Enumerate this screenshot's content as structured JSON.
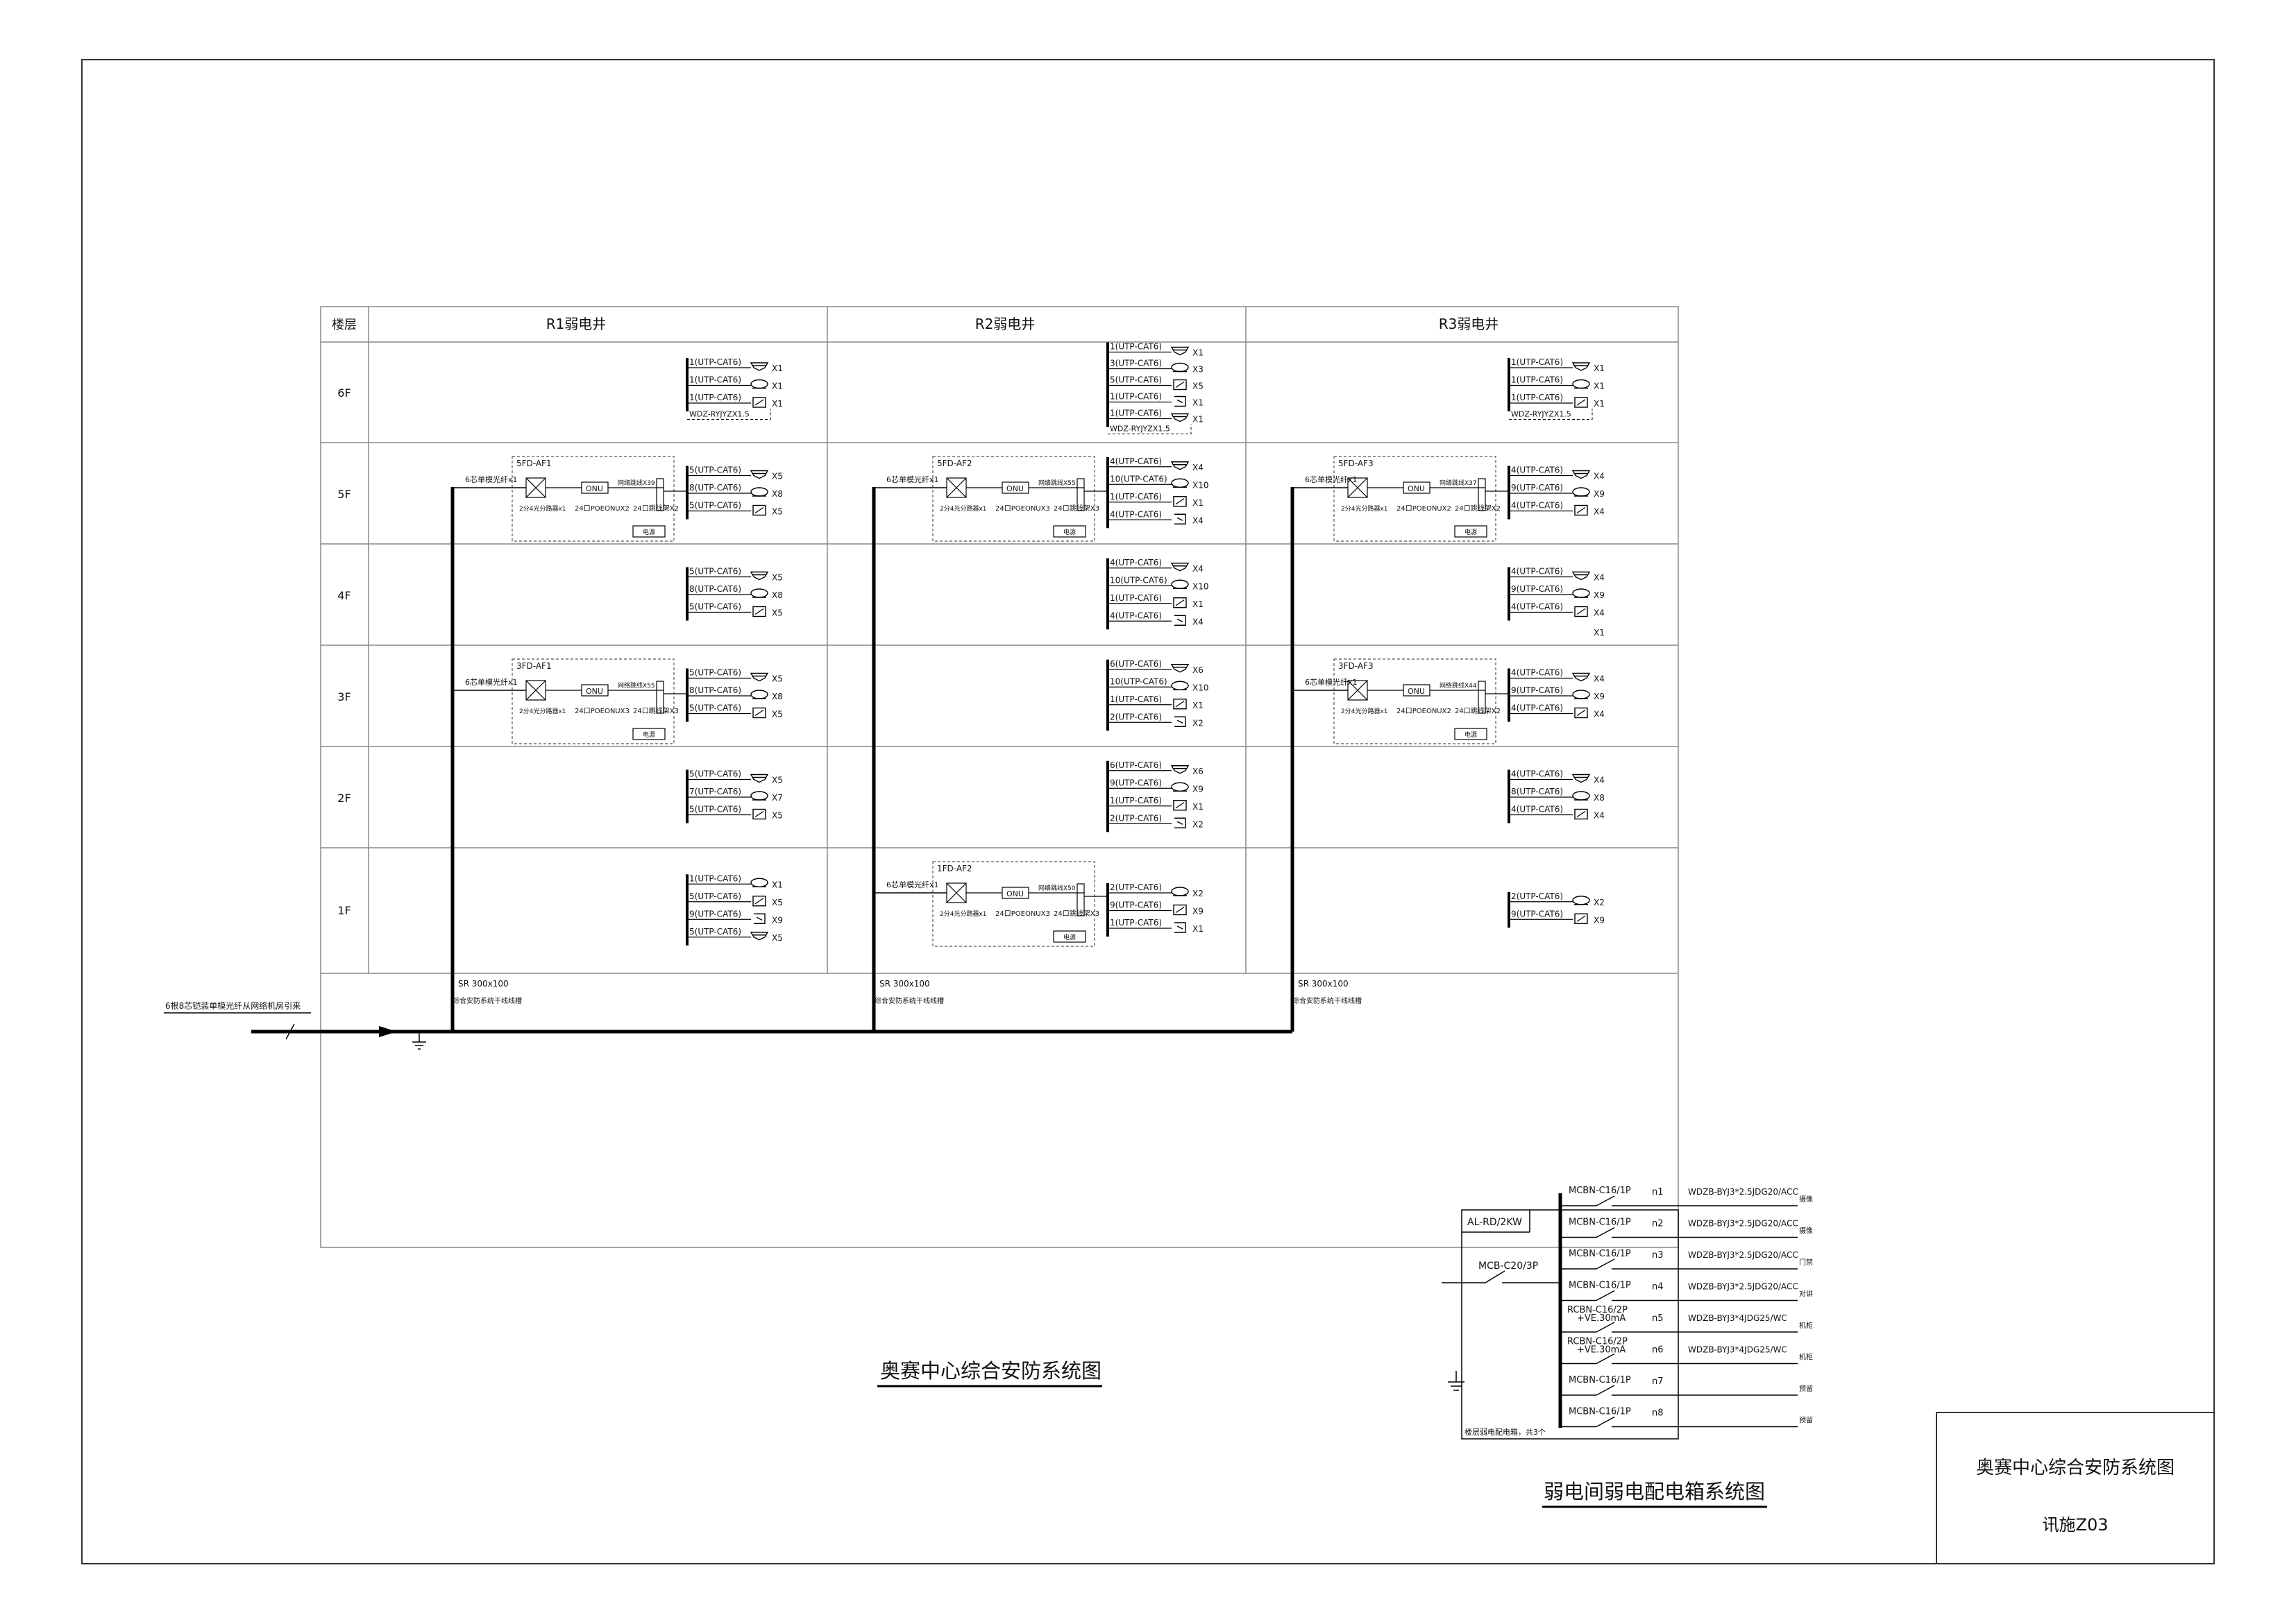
{
  "header": {
    "floor": "楼层",
    "shafts": [
      "R1弱电井",
      "R2弱电井",
      "R3弱电井"
    ]
  },
  "floors": [
    "6F",
    "5F",
    "4F",
    "3F",
    "2F",
    "1F"
  ],
  "boxes": [
    {
      "shaft": 0,
      "floor": 1,
      "name": "5FD-AF1",
      "fiber": "6芯单模光纤x1",
      "splitter": "2分4光分路器x1",
      "onu": "ONU",
      "onu_ports": "24口POEONUX2",
      "net": "网络跳线X39",
      "switch": "24口跳线架X2",
      "power": "电源"
    },
    {
      "shaft": 0,
      "floor": 3,
      "name": "3FD-AF1",
      "fiber": "6芯单模光纤x1",
      "splitter": "2分4光分路器x1",
      "onu": "ONU",
      "onu_ports": "24口POEONUX3",
      "net": "网络跳线X55",
      "switch": "24口跳线架X3",
      "power": "电源"
    },
    {
      "shaft": 1,
      "floor": 1,
      "name": "5FD-AF2",
      "fiber": "6芯单模光纤x1",
      "splitter": "2分4光分路器x1",
      "onu": "ONU",
      "onu_ports": "24口POEONUX3",
      "net": "网络跳线X55",
      "switch": "24口跳线架X3",
      "power": "电源"
    },
    {
      "shaft": 1,
      "floor": 5,
      "name": "1FD-AF2",
      "fiber": "6芯单模光纤x1",
      "splitter": "2分4光分路器x1",
      "onu": "ONU",
      "onu_ports": "24口POEONUX3",
      "net": "网络跳线X50",
      "switch": "24口跳线架X3",
      "power": "电源"
    },
    {
      "shaft": 2,
      "floor": 1,
      "name": "5FD-AF3",
      "fiber": "6芯单模光纤x1",
      "splitter": "2分4光分路器x1",
      "onu": "ONU",
      "onu_ports": "24口POEONUX2",
      "net": "网络跳线X37",
      "switch": "24口跳线架X2",
      "power": "电源"
    },
    {
      "shaft": 2,
      "floor": 3,
      "name": "3FD-AF3",
      "fiber": "6芯单模光纤x1",
      "splitter": "2分4光分路器x1",
      "onu": "ONU",
      "onu_ports": "24口POEONUX2",
      "net": "网络跳线X44",
      "switch": "24口跳线架X2",
      "power": "电源"
    }
  ],
  "cable_groups": [
    {
      "shaft": 0,
      "floor": 0,
      "rows": [
        [
          "1(UTP-CAT6)",
          "X1"
        ],
        [
          "1(UTP-CAT6)",
          "X1"
        ],
        [
          "1(UTP-CAT6)",
          "X1"
        ]
      ],
      "extra": "WDZ-RYJYZX1.5"
    },
    {
      "shaft": 0,
      "floor": 1,
      "rows": [
        [
          "5(UTP-CAT6)",
          "X5"
        ],
        [
          "8(UTP-CAT6)",
          "X8"
        ],
        [
          "5(UTP-CAT6)",
          "X5"
        ]
      ]
    },
    {
      "shaft": 0,
      "floor": 2,
      "rows": [
        [
          "5(UTP-CAT6)",
          "X5"
        ],
        [
          "8(UTP-CAT6)",
          "X8"
        ],
        [
          "5(UTP-CAT6)",
          "X5"
        ]
      ]
    },
    {
      "shaft": 0,
      "floor": 3,
      "rows": [
        [
          "5(UTP-CAT6)",
          "X5"
        ],
        [
          "8(UTP-CAT6)",
          "X8"
        ],
        [
          "5(UTP-CAT6)",
          "X5"
        ]
      ]
    },
    {
      "shaft": 0,
      "floor": 4,
      "rows": [
        [
          "5(UTP-CAT6)",
          "X5"
        ],
        [
          "7(UTP-CAT6)",
          "X7"
        ],
        [
          "5(UTP-CAT6)",
          "X5"
        ]
      ]
    },
    {
      "shaft": 0,
      "floor": 5,
      "rows": [
        [
          "1(UTP-CAT6)",
          "X1"
        ],
        [
          "5(UTP-CAT6)",
          "X5"
        ],
        [
          "9(UTP-CAT6)",
          "X9"
        ],
        [
          "5(UTP-CAT6)",
          "X5"
        ]
      ]
    },
    {
      "shaft": 1,
      "floor": 0,
      "rows": [
        [
          "1(UTP-CAT6)",
          "X1"
        ],
        [
          "3(UTP-CAT6)",
          "X3"
        ],
        [
          "5(UTP-CAT6)",
          "X5"
        ],
        [
          "1(UTP-CAT6)",
          "X1"
        ],
        [
          "1(UTP-CAT6)",
          "X1"
        ]
      ],
      "extra": "WDZ-RYJYZX1.5"
    },
    {
      "shaft": 1,
      "floor": 1,
      "rows": [
        [
          "4(UTP-CAT6)",
          "X4"
        ],
        [
          "10(UTP-CAT6)",
          "X10"
        ],
        [
          "1(UTP-CAT6)",
          "X1"
        ],
        [
          "4(UTP-CAT6)",
          "X4"
        ]
      ]
    },
    {
      "shaft": 1,
      "floor": 2,
      "rows": [
        [
          "4(UTP-CAT6)",
          "X4"
        ],
        [
          "10(UTP-CAT6)",
          "X10"
        ],
        [
          "1(UTP-CAT6)",
          "X1"
        ],
        [
          "4(UTP-CAT6)",
          "X4"
        ]
      ]
    },
    {
      "shaft": 1,
      "floor": 3,
      "rows": [
        [
          "6(UTP-CAT6)",
          "X6"
        ],
        [
          "10(UTP-CAT6)",
          "X10"
        ],
        [
          "1(UTP-CAT6)",
          "X1"
        ],
        [
          "2(UTP-CAT6)",
          "X2"
        ]
      ]
    },
    {
      "shaft": 1,
      "floor": 4,
      "rows": [
        [
          "6(UTP-CAT6)",
          "X6"
        ],
        [
          "9(UTP-CAT6)",
          "X9"
        ],
        [
          "1(UTP-CAT6)",
          "X1"
        ],
        [
          "2(UTP-CAT6)",
          "X2"
        ]
      ]
    },
    {
      "shaft": 1,
      "floor": 5,
      "rows": [
        [
          "2(UTP-CAT6)",
          "X2"
        ],
        [
          "9(UTP-CAT6)",
          "X9"
        ],
        [
          "1(UTP-CAT6)",
          "X1"
        ]
      ]
    },
    {
      "shaft": 2,
      "floor": 0,
      "rows": [
        [
          "1(UTP-CAT6)",
          "X1"
        ],
        [
          "1(UTP-CAT6)",
          "X1"
        ],
        [
          "1(UTP-CAT6)",
          "X1"
        ]
      ],
      "extra": "WDZ-RYJYZX1.5"
    },
    {
      "shaft": 2,
      "floor": 1,
      "rows": [
        [
          "4(UTP-CAT6)",
          "X4"
        ],
        [
          "9(UTP-CAT6)",
          "X9"
        ],
        [
          "4(UTP-CAT6)",
          "X4"
        ]
      ]
    },
    {
      "shaft": 2,
      "floor": 2,
      "rows": [
        [
          "4(UTP-CAT6)",
          "X4"
        ],
        [
          "9(UTP-CAT6)",
          "X9"
        ],
        [
          "4(UTP-CAT6)",
          "X4"
        ]
      ],
      "tail": "X1"
    },
    {
      "shaft": 2,
      "floor": 3,
      "rows": [
        [
          "4(UTP-CAT6)",
          "X4"
        ],
        [
          "9(UTP-CAT6)",
          "X9"
        ],
        [
          "4(UTP-CAT6)",
          "X4"
        ]
      ]
    },
    {
      "shaft": 2,
      "floor": 4,
      "rows": [
        [
          "4(UTP-CAT6)",
          "X4"
        ],
        [
          "8(UTP-CAT6)",
          "X8"
        ],
        [
          "4(UTP-CAT6)",
          "X4"
        ]
      ]
    },
    {
      "shaft": 2,
      "floor": 5,
      "rows": [
        [
          "2(UTP-CAT6)",
          "X2"
        ],
        [
          "9(UTP-CAT6)",
          "X9"
        ]
      ]
    }
  ],
  "trunks": [
    {
      "shaft": 0,
      "size": "SR 300x100",
      "desc": "综合安防系统干线线槽"
    },
    {
      "shaft": 1,
      "size": "SR 300x100",
      "desc": "综合安防系统干线线槽"
    },
    {
      "shaft": 2,
      "size": "SR 300x100",
      "desc": "综合安防系统干线线槽"
    }
  ],
  "incoming": "6根8芯铠装单模光纤从网络机房引来",
  "main_title": "奥赛中心综合安防系统图",
  "panel": {
    "name": "AL-RD/2KW",
    "main_breaker": "MCB-C20/3P",
    "footer": "楼层弱电配电箱，共3个",
    "circuits": [
      {
        "breaker": "MCBN-C16/1P",
        "id": "n1",
        "cable": "WDZB-BYJ3*2.5JDG20/ACC",
        "load": "摄像"
      },
      {
        "breaker": "MCBN-C16/1P",
        "id": "n2",
        "cable": "WDZB-BYJ3*2.5JDG20/ACC",
        "load": "摄像"
      },
      {
        "breaker": "MCBN-C16/1P",
        "id": "n3",
        "cable": "WDZB-BYJ3*2.5JDG20/ACC",
        "load": "门禁"
      },
      {
        "breaker": "MCBN-C16/1P",
        "id": "n4",
        "cable": "WDZB-BYJ3*2.5JDG20/ACC",
        "load": "对讲"
      },
      {
        "breaker": "RCBN-C16/2P",
        "breaker2": "+VE.30mA",
        "id": "n5",
        "cable": "WDZB-BYJ3*4JDG25/WC",
        "load": "机柜"
      },
      {
        "breaker": "RCBN-C16/2P",
        "breaker2": "+VE.30mA",
        "id": "n6",
        "cable": "WDZB-BYJ3*4JDG25/WC",
        "load": "机柜"
      },
      {
        "breaker": "MCBN-C16/1P",
        "id": "n7",
        "cable": "",
        "load": "预留"
      },
      {
        "breaker": "MCBN-C16/1P",
        "id": "n8",
        "cable": "",
        "load": "预留"
      }
    ]
  },
  "panel_title": "弱电间弱电配电箱系统图",
  "titleblock": {
    "name": "奥赛中心综合安防系统图",
    "number": "讯施Z03"
  }
}
